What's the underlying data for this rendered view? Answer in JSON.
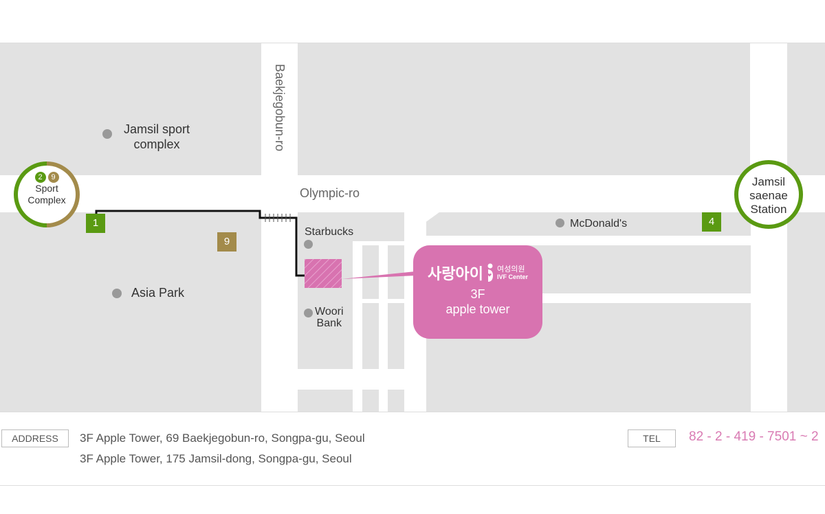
{
  "roads": {
    "vertical": "Baekjegobun-ro",
    "horizontal": "Olympic-ro"
  },
  "pois": {
    "sport_complex": "Jamsil sport complex",
    "sport_complex_line1": "Jamsil sport",
    "sport_complex_line2": "complex",
    "asia_park": "Asia Park",
    "starbucks": "Starbucks",
    "woori_line1": "Woori",
    "woori_line2": "Bank",
    "mcdonalds": "McDonald's"
  },
  "stations": {
    "left": {
      "line1": "Sport",
      "line2": "Complex",
      "lines": [
        "2",
        "9"
      ],
      "colors": [
        "#5a9a12",
        "#a38b4b"
      ]
    },
    "right": {
      "line1": "Jamsil",
      "line2": "saenae",
      "line3": "Station",
      "color": "#5a9a12"
    }
  },
  "exits": {
    "exit1": "1",
    "exit9": "9",
    "exit4": "4"
  },
  "destination": {
    "logo_korean": "사랑아이",
    "logo_small_top": "여성의원",
    "logo_small_bottom": "IVF Center",
    "floor": "3F",
    "building": "apple tower",
    "color": "#d873b0"
  },
  "footer": {
    "address_tag": "ADDRESS",
    "address_line1": "3F Apple Tower, 69 Baekjegobun-ro, Songpa-gu, Seoul",
    "address_line2": "3F Apple Tower, 175 Jamsil-dong, Songpa-gu, Seoul",
    "tel_tag": "TEL",
    "tel_value": "82 - 2 - 419 - 7501 ~ 2"
  }
}
